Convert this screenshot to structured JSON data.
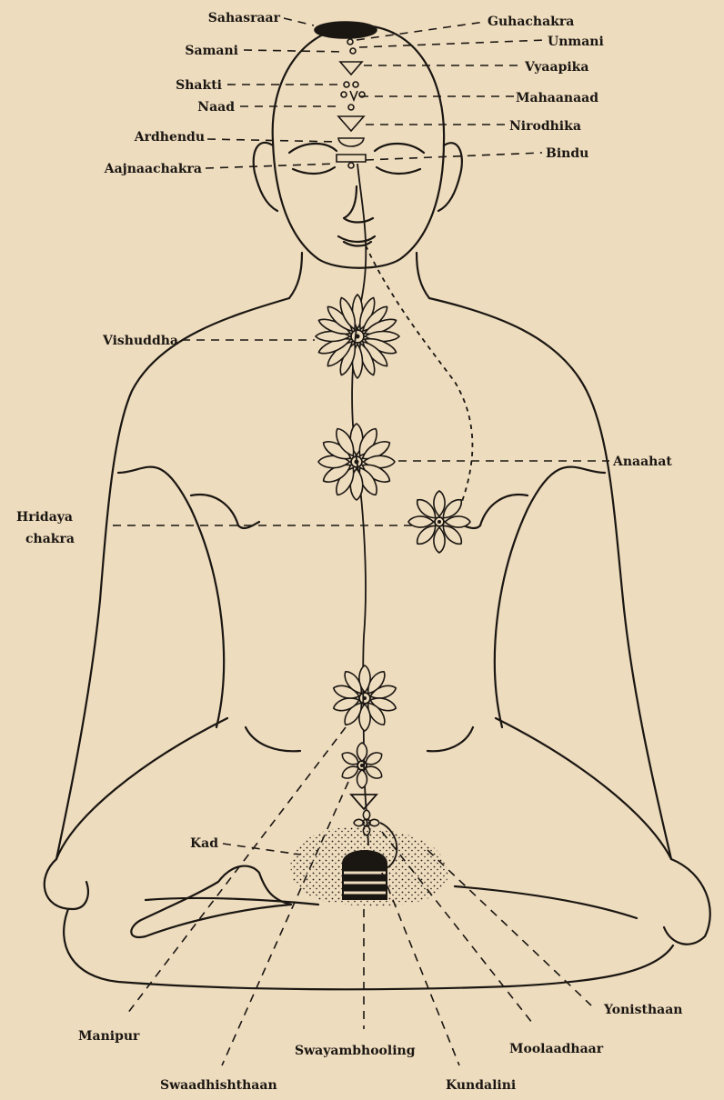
{
  "colors": {
    "paper": "#eedcbe",
    "ink": "#1a1612"
  },
  "labels": {
    "sahasraar": "Sahasraar",
    "samani": "Samani",
    "shakti": "Shakti",
    "naad": "Naad",
    "ardhendu": "Ardhendu",
    "aajnaachakra": "Aajnaachakra",
    "guhachakra": "Guhachakra",
    "unmani": "Unmani",
    "vyaapika": "Vyaapika",
    "mahaanaad": "Mahaanaad",
    "nirodhika": "Nirodhika",
    "bindu": "Bindu",
    "vishuddha": "Vishuddha",
    "anaahat": "Anaahat",
    "hridaya_line1": "Hridaya",
    "hridaya_line2": "chakra",
    "kad": "Kad",
    "manipur": "Manipur",
    "swaadhishthaan": "Swaadhishthaan",
    "swayambhooling": "Swayambhooling",
    "kundalini": "Kundalini",
    "moolaadhaar": "Moolaadhaar",
    "yonisthaan": "Yonisthaan"
  }
}
